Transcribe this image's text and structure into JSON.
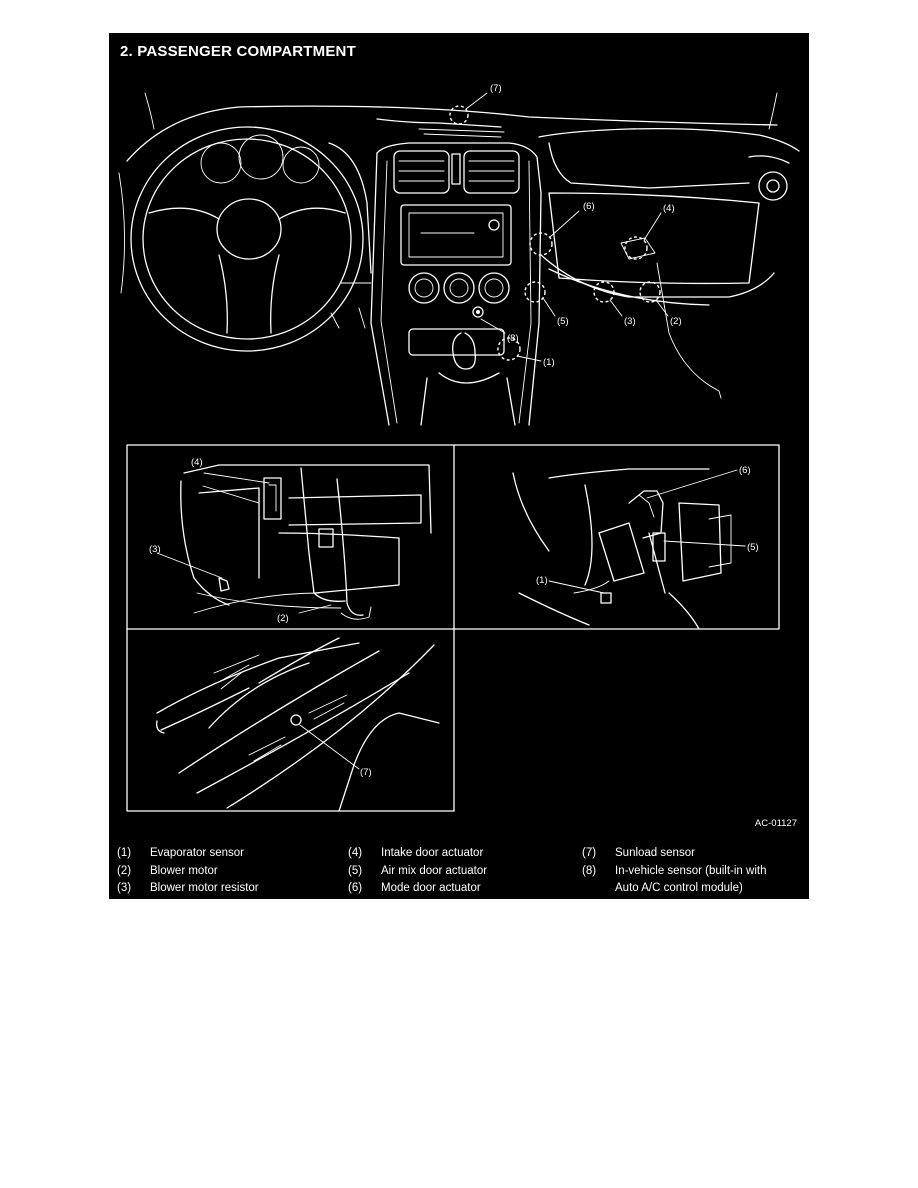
{
  "section_title": "2.  PASSENGER COMPARTMENT",
  "figure_id": "AC-01127",
  "callouts": {
    "c1": "(1)",
    "c2": "(2)",
    "c3": "(3)",
    "c4": "(4)",
    "c5": "(5)",
    "c6": "(6)",
    "c7": "(7)",
    "c8": "(8)"
  },
  "legend": [
    {
      "num": "(1)",
      "label": "Evaporator sensor"
    },
    {
      "num": "(2)",
      "label": "Blower motor"
    },
    {
      "num": "(3)",
      "label": "Blower motor resistor"
    },
    {
      "num": "(4)",
      "label": "Intake door actuator"
    },
    {
      "num": "(5)",
      "label": "Air mix door actuator"
    },
    {
      "num": "(6)",
      "label": "Mode door actuator"
    },
    {
      "num": "(7)",
      "label": "Sunload sensor"
    },
    {
      "num": "(8)",
      "label": "In-vehicle sensor (built-in with",
      "label_2": "Auto A/C control module)"
    }
  ],
  "colors": {
    "background": "#000000",
    "line": "#ffffff",
    "page": "#ffffff"
  }
}
